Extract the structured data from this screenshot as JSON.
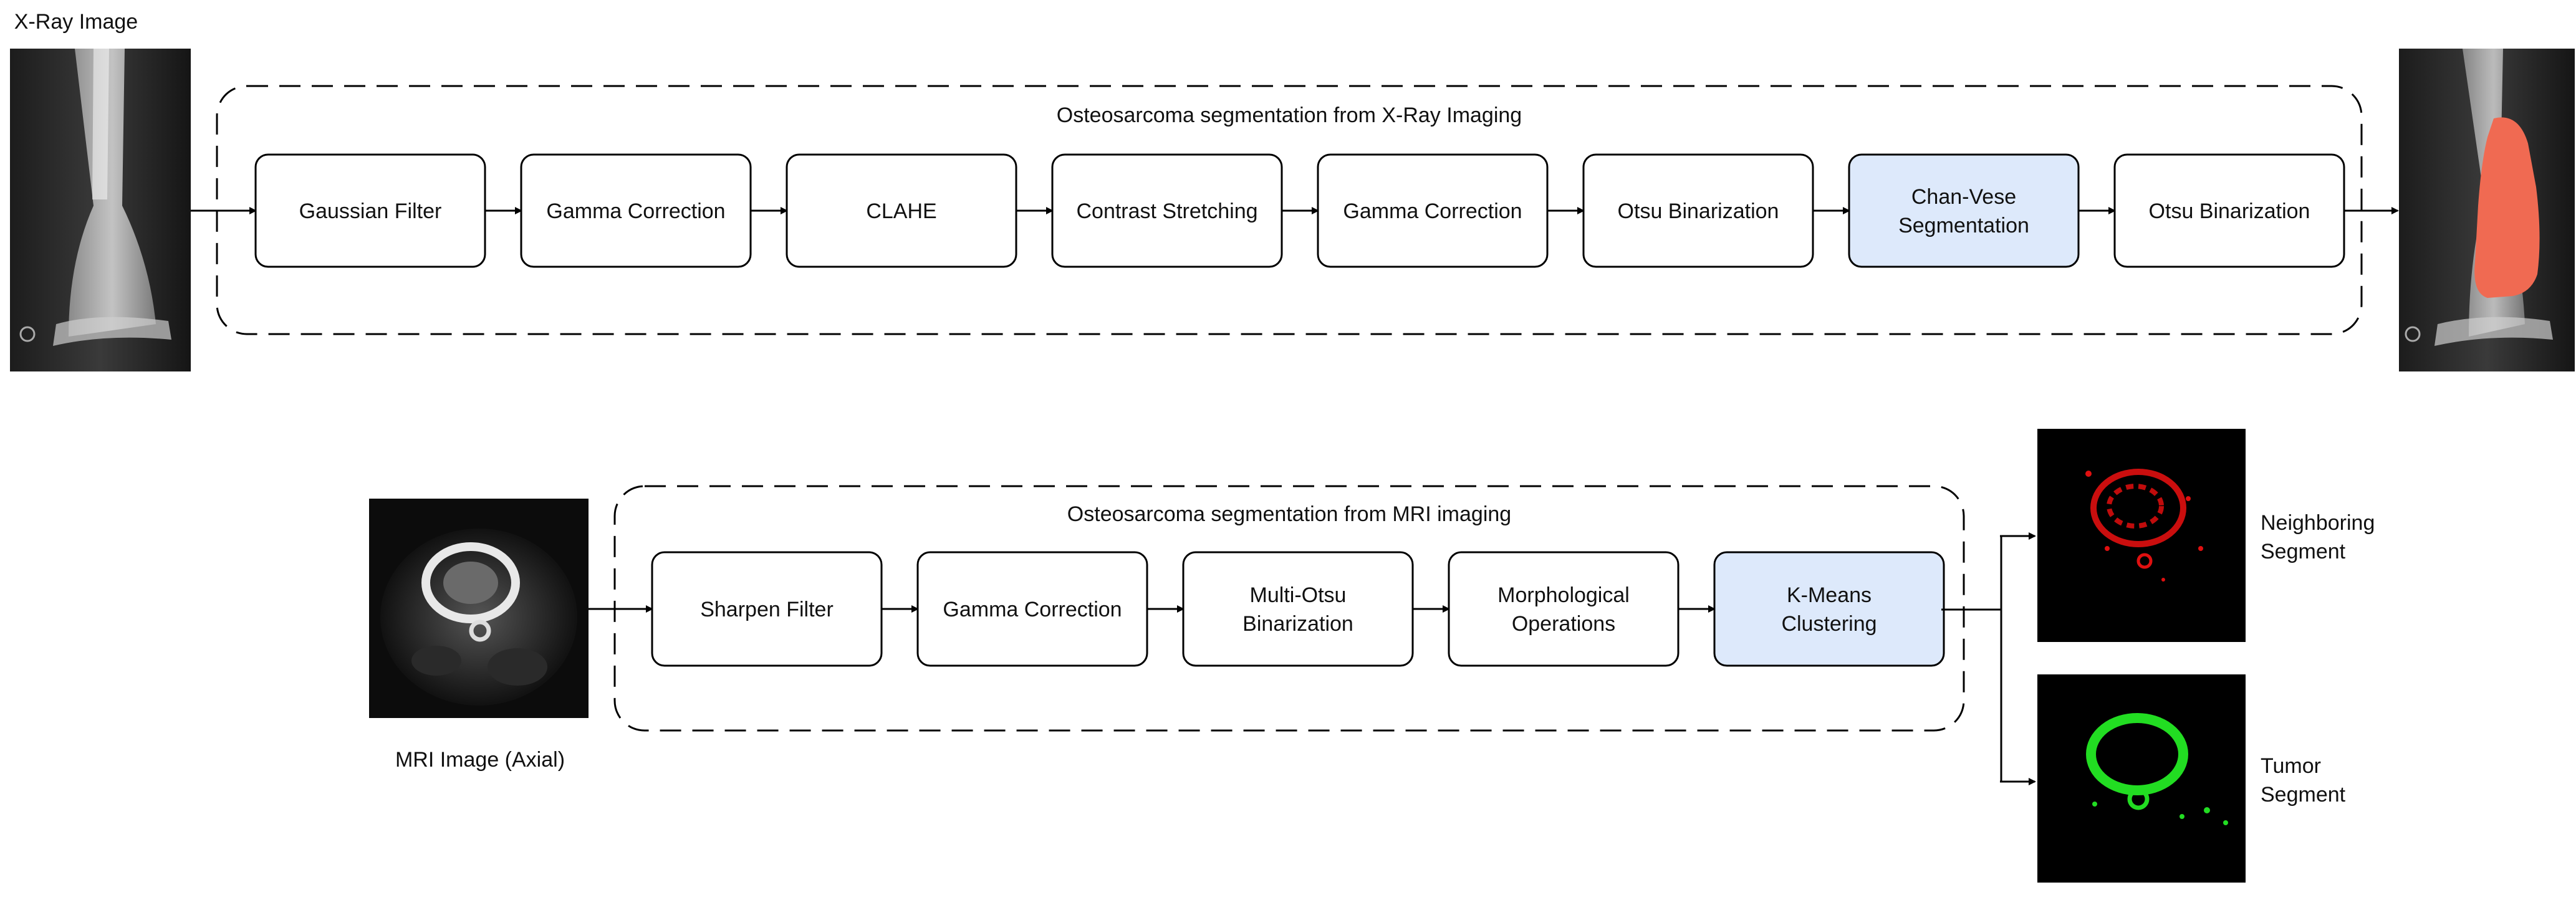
{
  "xray": {
    "image_caption": "X-Ray Image",
    "group_title": "Osteosarcoma segmentation from X-Ray Imaging",
    "steps": [
      {
        "lines": [
          "Gaussian Filter"
        ],
        "highlight": false
      },
      {
        "lines": [
          "Gamma Correction"
        ],
        "highlight": false
      },
      {
        "lines": [
          "CLAHE"
        ],
        "highlight": false
      },
      {
        "lines": [
          "Contrast Stretching"
        ],
        "highlight": false
      },
      {
        "lines": [
          "Gamma Correction"
        ],
        "highlight": false
      },
      {
        "lines": [
          "Otsu Binarization"
        ],
        "highlight": false
      },
      {
        "lines": [
          "Chan-Vese",
          "Segmentation"
        ],
        "highlight": true
      },
      {
        "lines": [
          "Otsu Binarization"
        ],
        "highlight": false
      }
    ]
  },
  "mri": {
    "image_caption": "MRI Image (Axial)",
    "group_title": "Osteosarcoma segmentation from MRI imaging",
    "steps": [
      {
        "lines": [
          "Sharpen Filter"
        ],
        "highlight": false
      },
      {
        "lines": [
          "Gamma Correction"
        ],
        "highlight": false
      },
      {
        "lines": [
          "Multi-Otsu",
          "Binarization"
        ],
        "highlight": false
      },
      {
        "lines": [
          "Morphological",
          "Operations"
        ],
        "highlight": false
      },
      {
        "lines": [
          "K-Means",
          "Clustering"
        ],
        "highlight": true
      }
    ],
    "outputs": [
      {
        "lines": [
          "Neighboring",
          "Segment"
        ],
        "color": "#e01010"
      },
      {
        "lines": [
          "Tumor",
          "Segment"
        ],
        "color": "#22dd22"
      }
    ]
  },
  "colors": {
    "highlight_fill": "#dde9fb",
    "tumor_overlay": "#f06a52",
    "neighbor": "#e01010",
    "tumor": "#22dd22"
  }
}
